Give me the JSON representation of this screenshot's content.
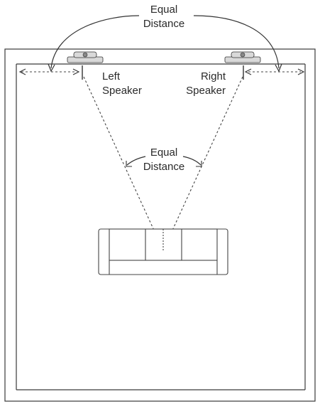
{
  "labels": {
    "top_distance_line1": "Equal",
    "top_distance_line2": "Distance",
    "left_speaker_line1": "Left",
    "left_speaker_line2": "Speaker",
    "right_speaker_line1": "Right",
    "right_speaker_line2": "Speaker",
    "center_distance_line1": "Equal",
    "center_distance_line2": "Distance"
  }
}
